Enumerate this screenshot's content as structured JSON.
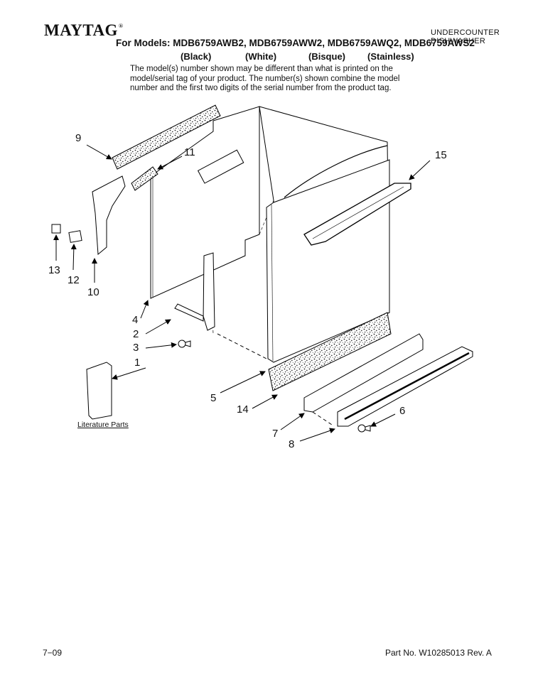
{
  "header": {
    "brand": "MAYTAG",
    "brand_mark": "®",
    "category_line1": "UNDERCOUNTER",
    "category_line2": "DISHWASHER",
    "models_line": "For Models: MDB6759AWB2, MDB6759AWW2, MDB6759AWQ2, MDB6759AWS2",
    "variants": [
      "(Black)",
      "(White)",
      "(Bisque)",
      "(Stainless)"
    ],
    "note": "The model(s) number shown may be different than what is printed on the model/serial tag of your product. The number(s) shown combine the model number and the first two digits of the serial number from the product tag."
  },
  "callouts": [
    "1",
    "2",
    "3",
    "4",
    "5",
    "6",
    "7",
    "8",
    "9",
    "10",
    "11",
    "12",
    "13",
    "14",
    "15"
  ],
  "literature_label": "Literature Parts",
  "footer": {
    "date": "7−09",
    "part_no": "Part No. W10285013 Rev. A"
  }
}
